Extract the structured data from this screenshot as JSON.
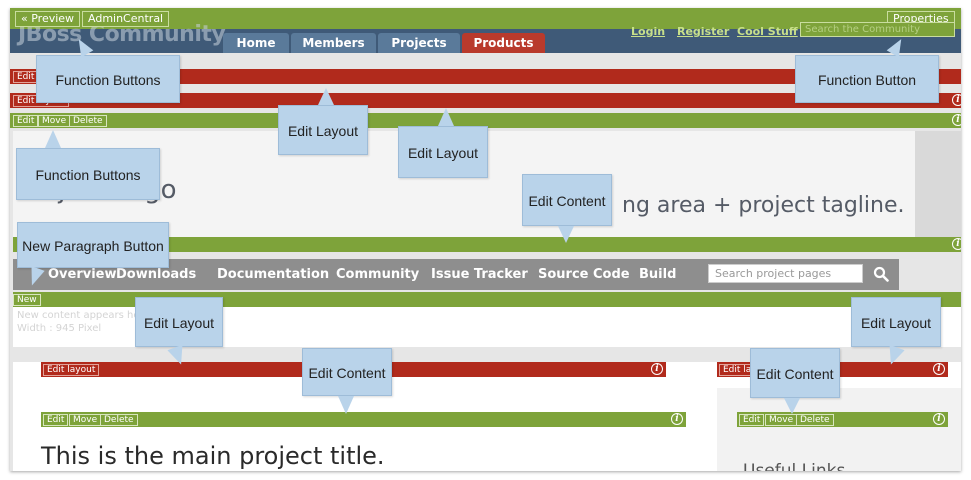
{
  "toolbar": {
    "preview_label": "« Preview",
    "admin_label": "AdminCentral",
    "properties_label": "Properties"
  },
  "site": {
    "brand": "JBoss Community",
    "nav": [
      "Home",
      "Members",
      "Projects",
      "Products"
    ],
    "active_nav": "Products",
    "links": [
      "Login",
      "Register",
      "Cool Stuff"
    ],
    "search_placeholder": "Search the Community"
  },
  "edit_bars": {
    "edit_label": "Edit",
    "move_label": "Move",
    "delete_label": "Delete",
    "edit_layout_label": "Edit layout",
    "new_label": "New",
    "info_glyph": "i"
  },
  "project": {
    "logo_text": "Project Logo",
    "tagline_text": "ng area + project tagline.",
    "subnav": [
      "Overview",
      "Downloads",
      "Documentation",
      "Community",
      "Issue Tracker",
      "Source Code",
      "Build"
    ],
    "search_placeholder": "Search project pages",
    "new_content_note": "New content appears here",
    "width_note": "Width : 945 Pixel",
    "main_title": "This is the main project title.",
    "useful_links": "Useful Links"
  },
  "callouts": {
    "function_buttons": "Function Buttons",
    "function_button": "Function Button",
    "edit_layout": "Edit Layout",
    "edit_content": "Edit Content",
    "new_paragraph_button": "New Paragraph Button"
  },
  "colors": {
    "green": "#7ea33a",
    "red": "#b12a1c",
    "navy": "#3f5a78",
    "callout": "#b9d3ea"
  }
}
